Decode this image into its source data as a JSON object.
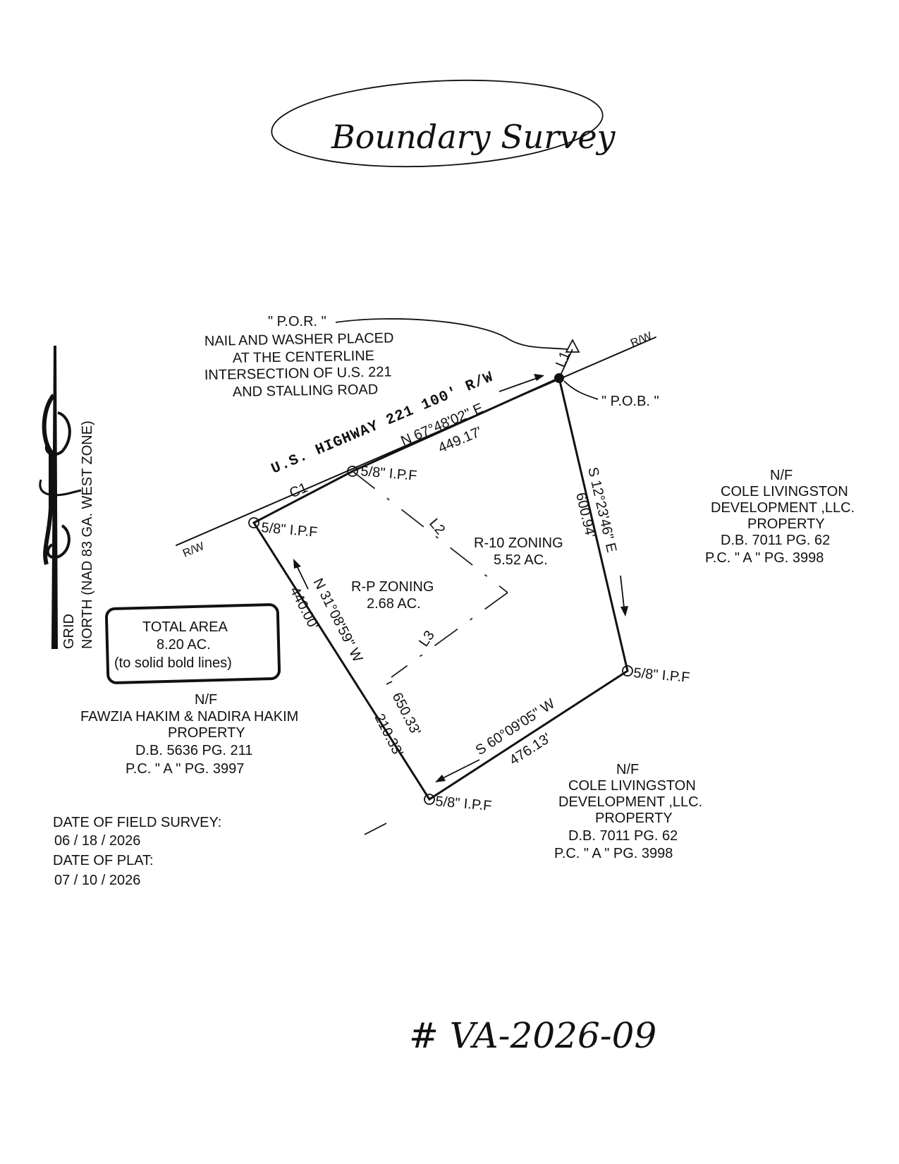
{
  "title": "Boundary Survey",
  "north_arrow": {
    "line1": "GRID",
    "line2": "NORTH (NAD 83 GA. WEST ZONE)"
  },
  "por": {
    "label": "\" P.O.R. \"",
    "lines": [
      "NAIL AND WASHER PLACED",
      "AT THE CENTERLINE",
      "INTERSECTION OF U.S. 221",
      "AND STALLING ROAD"
    ]
  },
  "pob": "\" P.O.B. \"",
  "road": {
    "name": "U.S. HIGHWAY 221 100' R/W",
    "rw": "R/W"
  },
  "courses": {
    "north": {
      "bearing": "N 67°48'02\" E",
      "distance": "449.17'"
    },
    "east": {
      "bearing": "S 12°23'46\" E",
      "distance": "600.94'"
    },
    "south": {
      "bearing": "S 60°09'05\" W",
      "distance": "476.13'"
    },
    "west": {
      "bearing": "N 31°08'59\" W",
      "distance1": "440.00'",
      "distance2": "650.33'",
      "distance3": "210.33'"
    }
  },
  "line_labels": {
    "c1": "C1",
    "l1": "L1",
    "l2": "L2",
    "l3": "L3"
  },
  "pin": "5/8\" I.P.F",
  "zones": {
    "r10": {
      "name": "R-10 ZONING",
      "area": "5.52 AC."
    },
    "rp": {
      "name": "R-P ZONING",
      "area": "2.68 AC."
    }
  },
  "total_area": {
    "line1": "TOTAL AREA",
    "line2": "8.20 AC.",
    "line3": "(to solid bold lines)"
  },
  "owners": {
    "east": [
      "N/F",
      "COLE LIVINGSTON",
      "DEVELOPMENT ,LLC.",
      "PROPERTY",
      "D.B. 7011 PG. 62",
      "P.C. \" A \" PG. 3998"
    ],
    "southeast": [
      "N/F",
      "COLE LIVINGSTON",
      "DEVELOPMENT ,LLC.",
      "PROPERTY",
      "D.B. 7011 PG. 62",
      "P.C. \" A \" PG. 3998"
    ],
    "west": [
      "N/F",
      "FAWZIA HAKIM & NADIRA HAKIM",
      "PROPERTY",
      "D.B. 5636 PG. 211",
      "P.C. \" A \" PG. 3997"
    ]
  },
  "dates": {
    "field_label": "DATE OF FIELD SURVEY:",
    "field_value": "06 / 18 / 2026",
    "plat_label": "DATE OF PLAT:",
    "plat_value": "07 / 10 / 2026"
  },
  "case_number": "# VA-2026-09"
}
